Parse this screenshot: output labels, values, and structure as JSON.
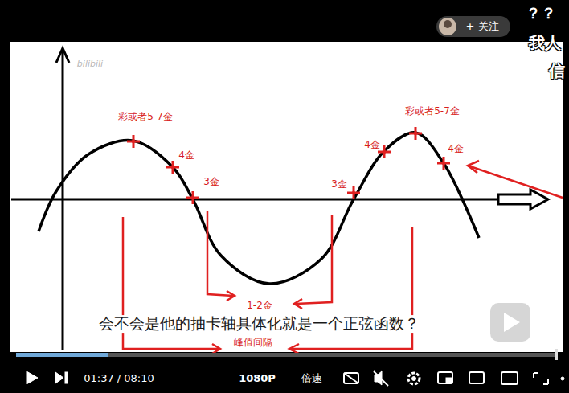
{
  "diagram": {
    "labels": [
      "+ 关注",
      "？？",
      "我人",
      "信",
      "bilibili",
      "彩或者5-7金",
      "4金",
      "3金",
      "3金",
      "4金",
      "彩或者5-7金",
      "4金",
      "1-2金",
      "峰值间隔",
      "会不会是他的抽卡轴具体化就是一个正弦函数？",
      "01:37 / 08:10",
      "1080P",
      "倍速"
    ]
  }
}
